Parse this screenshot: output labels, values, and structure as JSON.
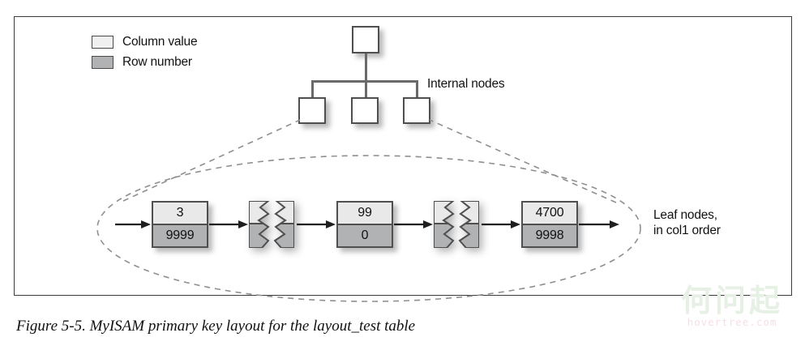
{
  "figure": {
    "caption": "Figure 5-5. MyISAM primary key layout for the layout_test table",
    "legend": [
      {
        "label": "Column value",
        "swatch": "light",
        "color": "#f0f0f0"
      },
      {
        "label": "Row number",
        "swatch": "gray",
        "color": "#b0b2b4"
      }
    ],
    "annotations": {
      "internal_nodes": "Internal nodes",
      "leaf_nodes_line1": "Leaf nodes,",
      "leaf_nodes_line2": "in col1 order"
    },
    "tree": {
      "root": {
        "label": ""
      },
      "children": [
        {
          "label": ""
        },
        {
          "label": ""
        },
        {
          "label": ""
        }
      ]
    },
    "leaf_sequence": [
      {
        "type": "node",
        "column_value": "3",
        "row_number": "9999"
      },
      {
        "type": "break"
      },
      {
        "type": "node",
        "column_value": "99",
        "row_number": "0"
      },
      {
        "type": "break"
      },
      {
        "type": "node",
        "column_value": "4700",
        "row_number": "9998"
      }
    ],
    "colors": {
      "column_value_fill": "#e9e9e9",
      "row_number_fill": "#b0b2b4",
      "node_stroke": "#4f4f4f",
      "dashed_boundary": "#8c8c8c",
      "frame_border": "#3b3b3b"
    }
  },
  "watermark": {
    "text": "何问起",
    "url": "hovertree.com"
  }
}
